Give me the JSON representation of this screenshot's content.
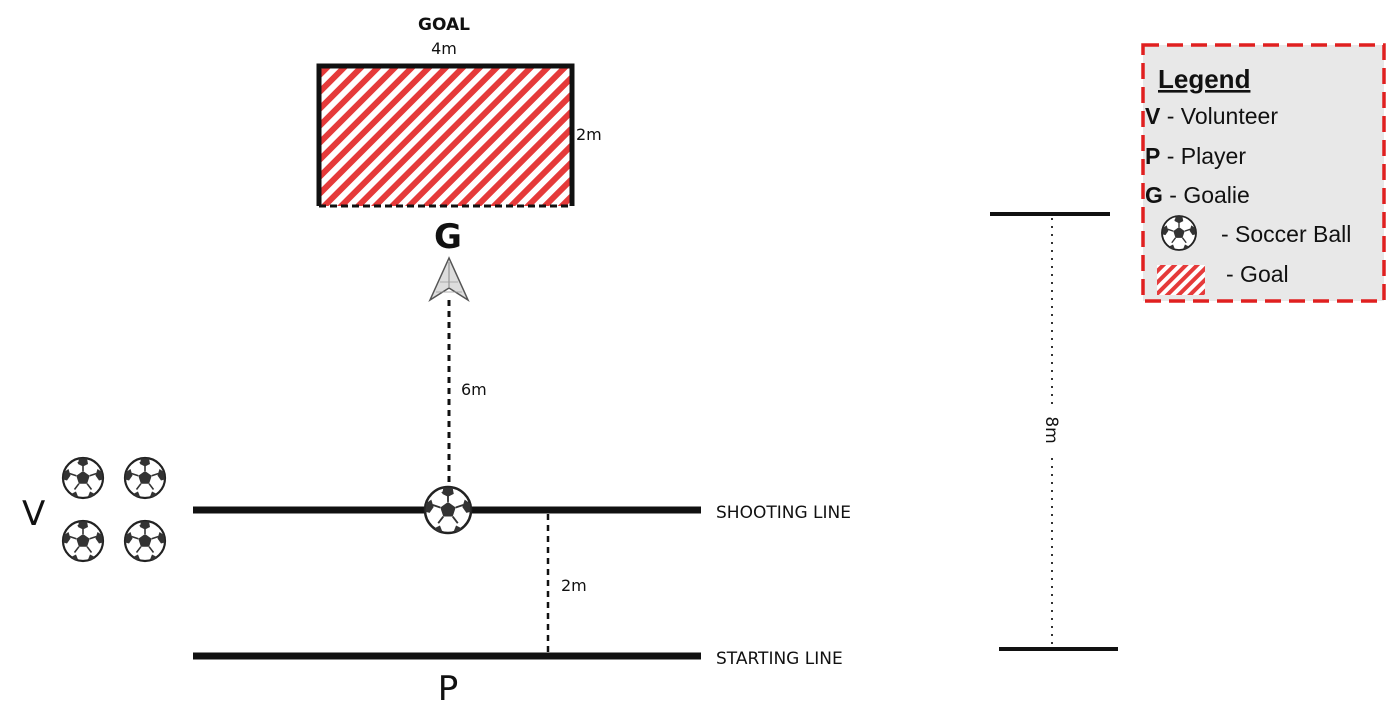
{
  "goal": {
    "title": "GOAL",
    "width_label": "4m",
    "height_label": "2m"
  },
  "roles": {
    "goalie": "G",
    "volunteer": "V",
    "player": "P"
  },
  "distances": {
    "shot_distance": "6m",
    "line_gap": "2m",
    "total_distance": "8m"
  },
  "lines": {
    "shooting": "SHOOTING LINE",
    "starting": "STARTING LINE"
  },
  "legend": {
    "title": "Legend",
    "items": [
      {
        "key": "V",
        "text": " - Volunteer"
      },
      {
        "key": "P",
        "text": " - Player"
      },
      {
        "key": "G",
        "text": " - Goalie"
      },
      {
        "key": "",
        "text": "- Soccer Ball",
        "icon": "soccer-ball-icon"
      },
      {
        "key": "",
        "text": "- Goal",
        "icon": "goal-hatch-icon"
      }
    ]
  },
  "colors": {
    "line": "#111111",
    "goal_hatch": "#e53a3a",
    "legend_border": "#e02020",
    "legend_bg": "#e8e8e8"
  }
}
